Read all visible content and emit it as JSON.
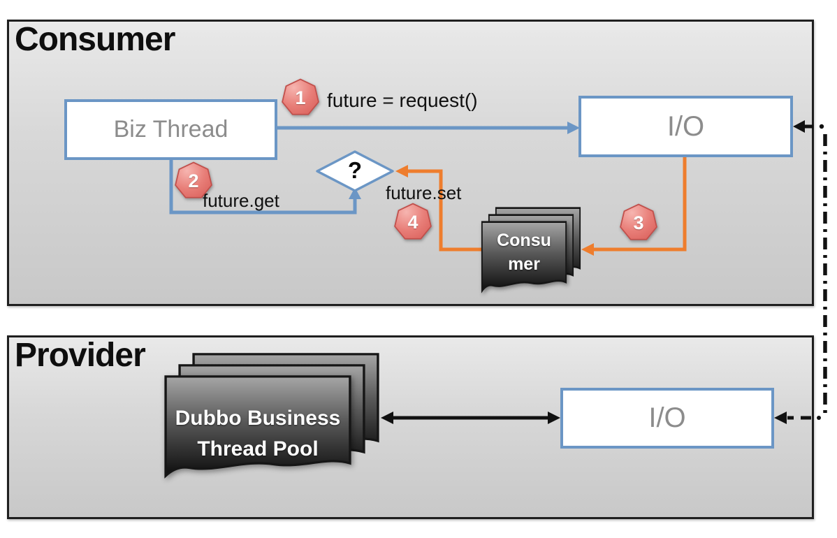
{
  "sections": {
    "consumer": {
      "title": "Consumer"
    },
    "provider": {
      "title": "Provider"
    }
  },
  "nodes": {
    "biz_thread": {
      "label": "Biz Thread"
    },
    "consumer_io": {
      "label": "I/O"
    },
    "provider_io": {
      "label": "I/O"
    },
    "decision": {
      "label": "?"
    },
    "consumer_pool": {
      "line1": "Consu",
      "line2": "mer"
    },
    "dubbo_pool": {
      "line1": "Dubbo Business",
      "line2": "Thread Pool"
    }
  },
  "edge_labels": {
    "step1": "future = request()",
    "step2": "future.get",
    "step4": "future.set"
  },
  "badges": {
    "step1": "1",
    "step2": "2",
    "step3": "3",
    "step4": "4"
  },
  "colors": {
    "accent_blue": "#6b96c5",
    "accent_orange": "#ee7d2d",
    "badge_red": "#e2736f",
    "node_text_gray": "#8c8c8c",
    "section_border_black": "#1f1f1f",
    "card_gradient_top": "#a6a6a6",
    "card_gradient_bottom": "#0d0d0d"
  }
}
